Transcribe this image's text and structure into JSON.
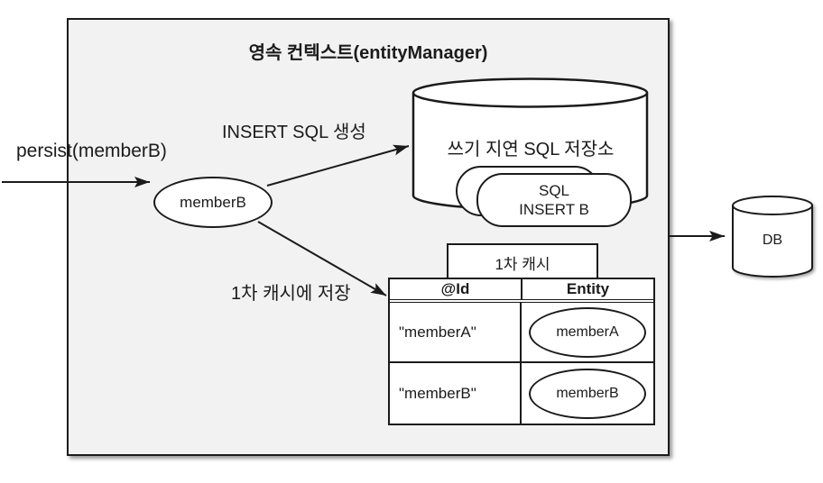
{
  "diagram": {
    "title": "영속 컨텍스트(entityManager)",
    "persist_label": "persist(memberB)",
    "member_node": "memberB",
    "insert_sql_label": "INSERT SQL 생성",
    "cache_save_label": "1차 캐시에 저장",
    "sql_store": {
      "title": "쓰기 지연 SQL 저장소",
      "card_line1": "SQL",
      "card_line2": "INSERT B"
    },
    "cache": {
      "title": "1차 캐시",
      "columns": [
        "@Id",
        "Entity"
      ],
      "rows": [
        {
          "id": "\"memberA\"",
          "entity": "memberA"
        },
        {
          "id": "\"memberB\"",
          "entity": "memberB"
        }
      ]
    },
    "db_label": "DB",
    "colors": {
      "line": "#1b1b1b",
      "panel_fill": "#f2f2f2",
      "node_fill": "#ffffff"
    }
  }
}
